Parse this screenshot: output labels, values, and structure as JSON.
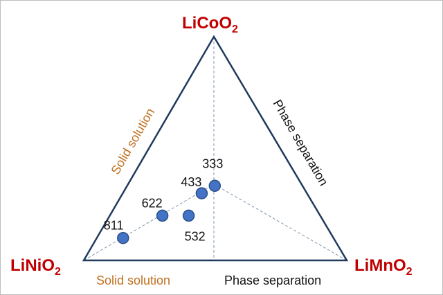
{
  "colors": {
    "triangle": "#1f3a5f",
    "vertex_text": "#c00000",
    "solid_solution_text": "#c07020",
    "phase_separation_text": "#111111",
    "point_fill": "#4472c4",
    "point_stroke": "#2a4f8a",
    "guide_line": "#7f95b0"
  },
  "vertices": {
    "top": {
      "formula": "LiCoO",
      "subscript": "2"
    },
    "left": {
      "formula": "LiNiO",
      "subscript": "2"
    },
    "right": {
      "formula": "LiMnO",
      "subscript": "2"
    }
  },
  "edge_labels": {
    "left_edge": "Solid solution",
    "right_edge": "Phase separation",
    "bottom_left": "Solid solution",
    "bottom_right": "Phase separation"
  },
  "chart_data": {
    "type": "scatter",
    "note_axes": "ternary composition Ni:Mn:Co",
    "points": [
      {
        "label": "811",
        "ni": 0.8,
        "mn": 0.1,
        "co": 0.1
      },
      {
        "label": "622",
        "ni": 0.6,
        "mn": 0.2,
        "co": 0.2
      },
      {
        "label": "433",
        "ni": 0.4,
        "mn": 0.3,
        "co": 0.3
      },
      {
        "label": "333",
        "ni": 0.333,
        "mn": 0.333,
        "co": 0.333
      },
      {
        "label": "532",
        "ni": 0.5,
        "mn": 0.3,
        "co": 0.2
      }
    ]
  }
}
